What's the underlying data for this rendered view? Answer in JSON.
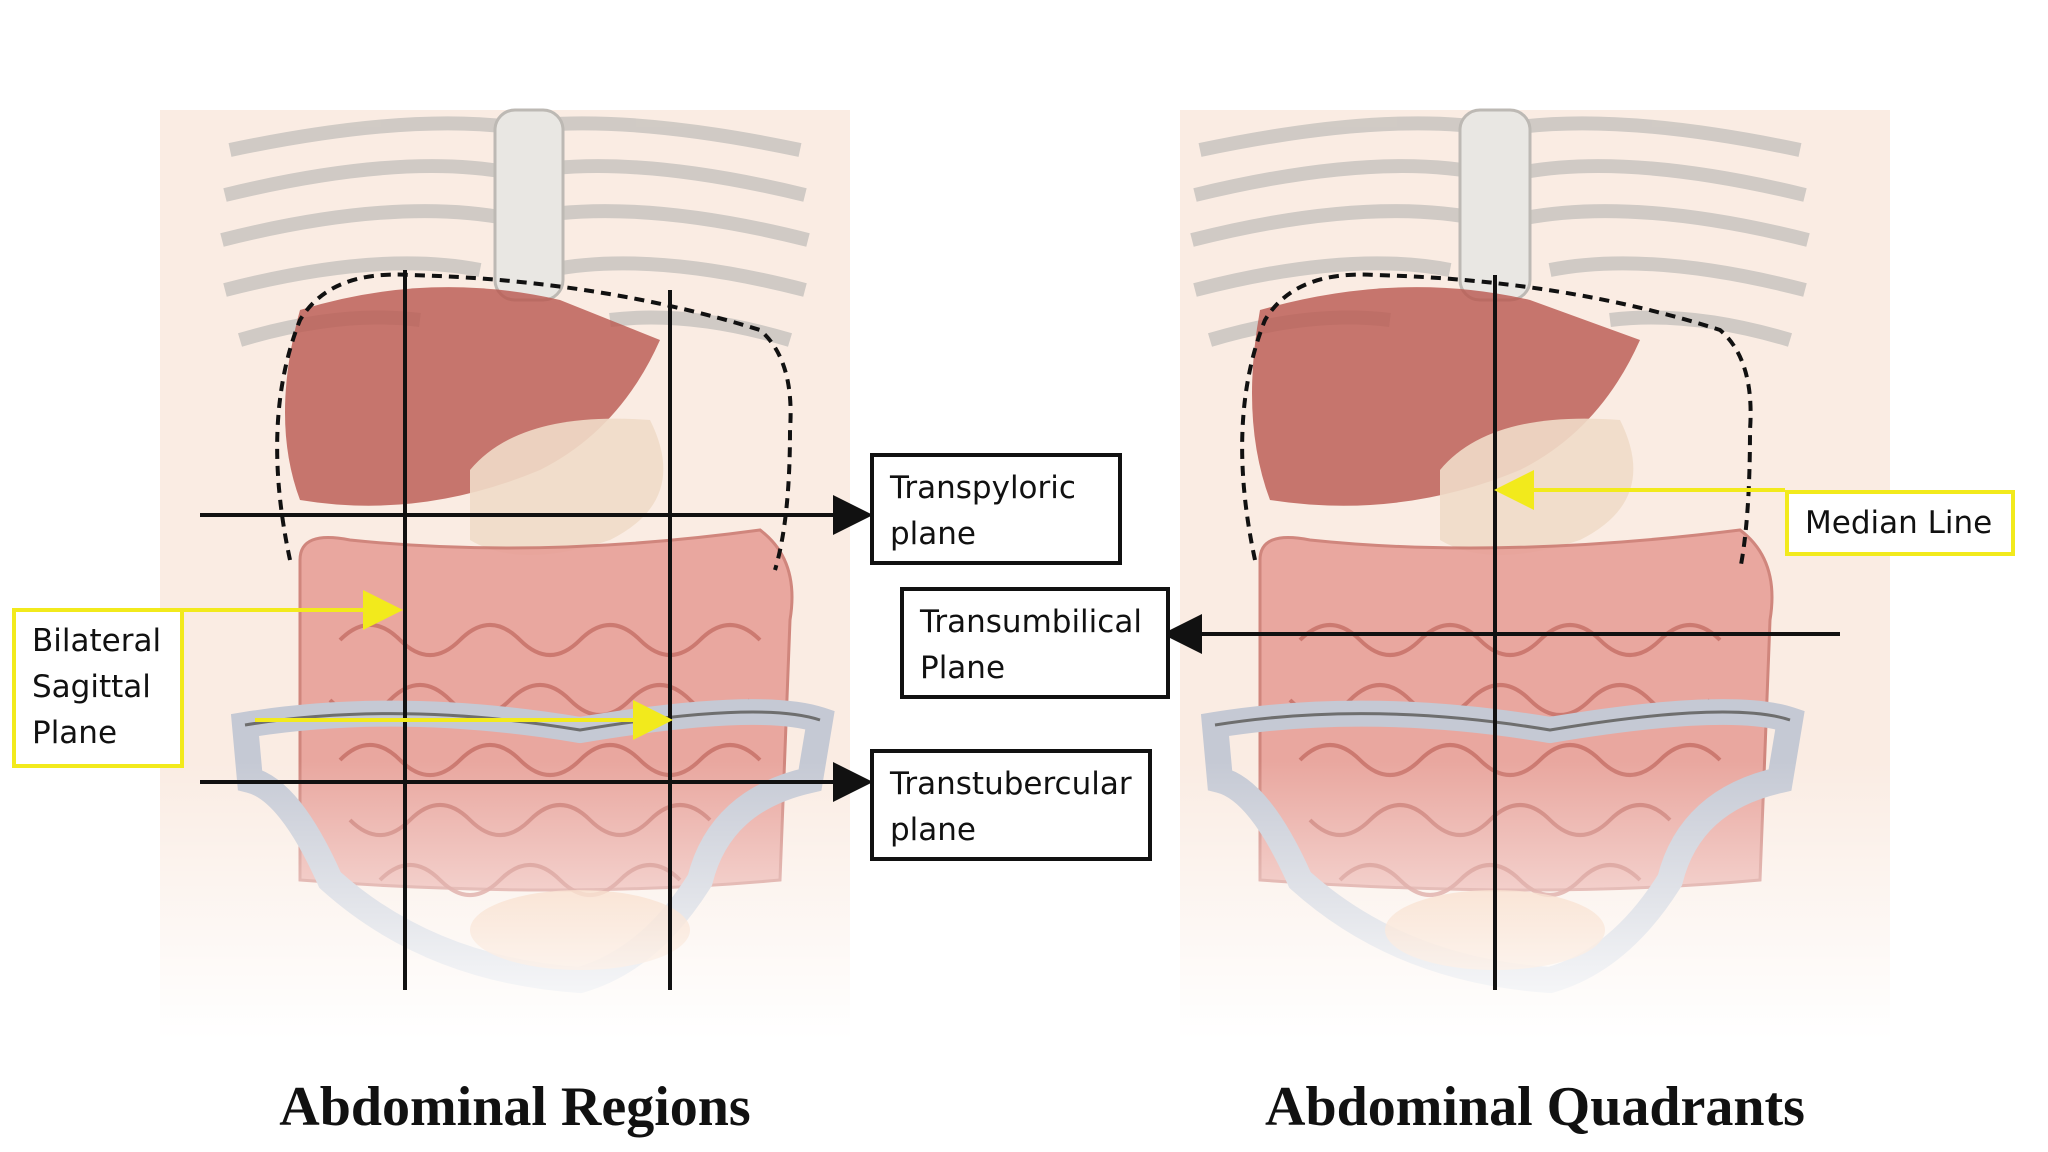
{
  "panels": {
    "regions": {
      "caption": "Abdominal Regions"
    },
    "quadrants": {
      "caption": "Abdominal Quadrants"
    }
  },
  "labels": {
    "transpyloric": "Transpyloric\nplane",
    "transumbilical": "Transumbilical\nPlane",
    "transtubercular": "Transtubercular\nplane",
    "bilateral_sagittal": "Bilateral\nSagittal\nPlane",
    "median": "Median Line"
  },
  "colors": {
    "skin": "#f8e6da",
    "rib": "#e4e2de",
    "rib_outline": "#b9b5b0",
    "liver": "#b9574f",
    "stomach": "#f0dcc8",
    "intestine": "#e79c94",
    "intestine_outline": "#c9756c",
    "pelvis": "#d9dce4",
    "plane_line": "#111111",
    "highlight": "#f2ea1c"
  }
}
